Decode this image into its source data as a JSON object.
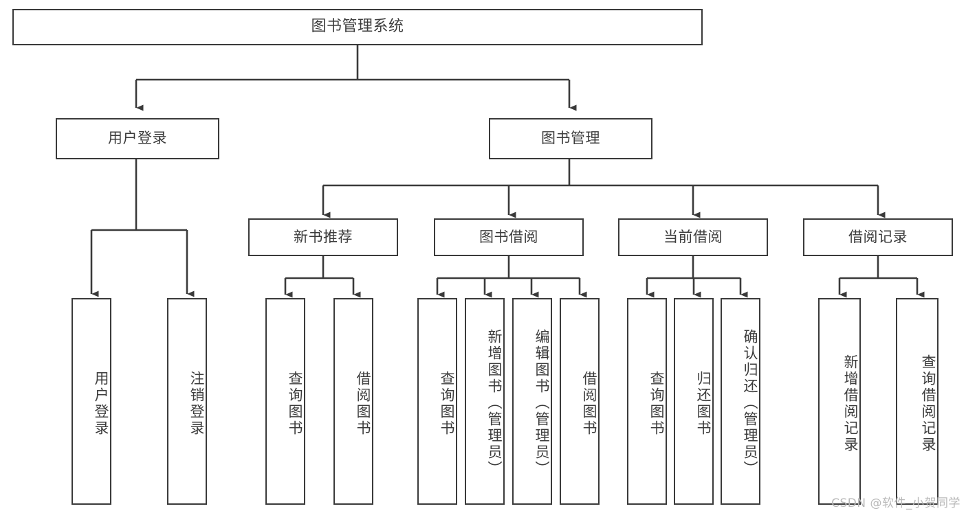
{
  "diagram": {
    "type": "tree-hierarchy",
    "title": "图书管理系统",
    "watermark": "CSDN @软件_小贺同学",
    "colors": {
      "stroke": "#3a3a3a",
      "box_fill": "#ffffff",
      "text": "#3c3c3c",
      "background": "#ffffff",
      "watermark": "#b9b9b9"
    },
    "nodes": {
      "root": {
        "label": "图书管理系统"
      },
      "level1": [
        {
          "label": "用户登录"
        },
        {
          "label": "图书管理"
        }
      ],
      "level2": [
        {
          "label": "新书推荐"
        },
        {
          "label": "图书借阅"
        },
        {
          "label": "当前借阅"
        },
        {
          "label": "借阅记录"
        }
      ],
      "leaves_user_login": [
        {
          "label": "用户登录"
        },
        {
          "label": "注销登录"
        }
      ],
      "leaves_new_book": [
        {
          "label": "查询图书"
        },
        {
          "label": "借阅图书"
        }
      ],
      "leaves_borrow": [
        {
          "label": "查询图书"
        },
        {
          "label": "新增图书（管理员）"
        },
        {
          "label": "编辑图书（管理员）"
        },
        {
          "label": "借阅图书"
        }
      ],
      "leaves_current": [
        {
          "label": "查询图书"
        },
        {
          "label": "归还图书"
        },
        {
          "label": "确认归还（管理员）"
        }
      ],
      "leaves_records": [
        {
          "label": "新增借阅记录"
        },
        {
          "label": "查询借阅记录"
        }
      ]
    }
  }
}
